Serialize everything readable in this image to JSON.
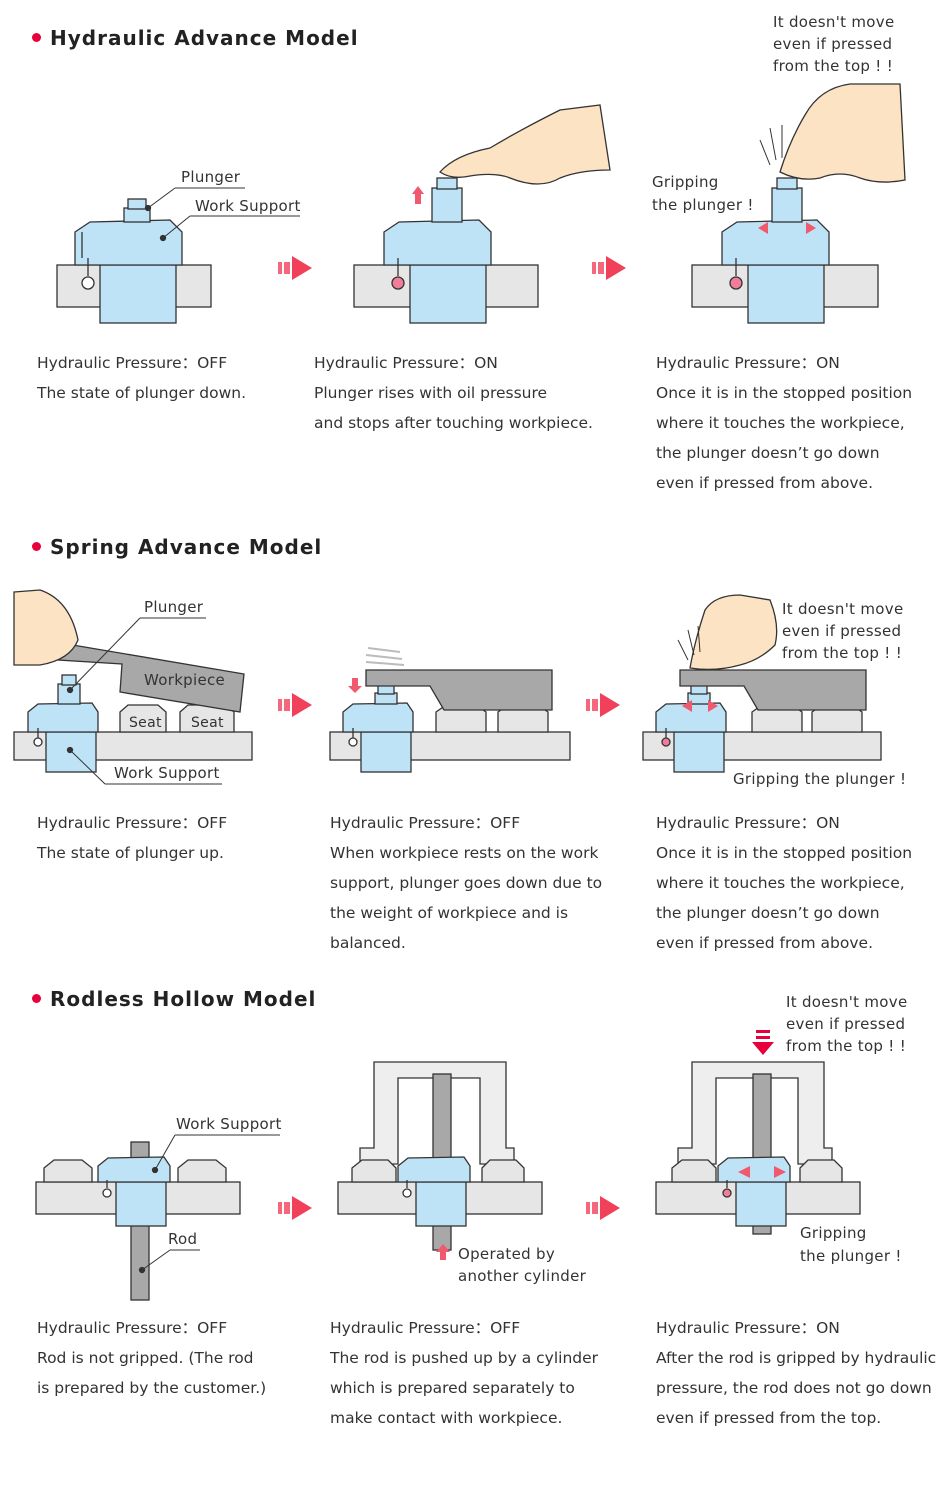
{
  "sections": [
    {
      "title": "Hydraulic Advance Model",
      "labels": {
        "plunger": "Plunger",
        "work_support": "Work Support",
        "no_move": [
          "It doesn't move",
          "even if pressed",
          "from the top ! !"
        ],
        "gripping": [
          "Gripping",
          "the plunger !"
        ]
      },
      "steps": [
        {
          "lines": [
            "Hydraulic Pressure：OFF",
            "The state of plunger down."
          ]
        },
        {
          "lines": [
            "Hydraulic Pressure：ON",
            "Plunger rises with oil pressure",
            "and stops after touching workpiece."
          ]
        },
        {
          "lines": [
            "Hydraulic Pressure：ON",
            "Once it is in the stopped position",
            "where it touches the workpiece,",
            "the plunger doesn’t go down",
            "even if pressed from above."
          ]
        }
      ]
    },
    {
      "title": "Spring Advance Model",
      "labels": {
        "plunger": "Plunger",
        "workpiece": "Workpiece",
        "seat": "Seat",
        "work_support": "Work Support",
        "no_move": [
          "It doesn't move",
          "even if pressed",
          "from the top ! !"
        ],
        "gripping": "Gripping the plunger !"
      },
      "steps": [
        {
          "lines": [
            "Hydraulic Pressure：OFF",
            "The state of plunger up."
          ]
        },
        {
          "lines": [
            "Hydraulic Pressure：OFF",
            "When workpiece rests on the work",
            "support, plunger goes down due to",
            "the weight of workpiece and is",
            "balanced."
          ]
        },
        {
          "lines": [
            "Hydraulic Pressure：ON",
            "Once it is in the stopped position",
            "where it touches the workpiece,",
            "the plunger doesn’t go down",
            "even if pressed from above."
          ]
        }
      ]
    },
    {
      "title": "Rodless Hollow Model",
      "labels": {
        "work_support": "Work Support",
        "rod": "Rod",
        "operated": [
          "Operated by",
          "another cylinder"
        ],
        "no_move": [
          "It doesn't move",
          "even if pressed",
          "from the top ! !"
        ],
        "gripping": [
          "Gripping",
          "the plunger !"
        ]
      },
      "steps": [
        {
          "lines": [
            "Hydraulic Pressure：OFF",
            "Rod is not gripped. (The rod",
            "is prepared by the customer.)"
          ]
        },
        {
          "lines": [
            "Hydraulic Pressure：OFF",
            "The rod is pushed up by a cylinder",
            "which is prepared separately to",
            "make contact with workpiece."
          ]
        },
        {
          "lines": [
            "Hydraulic Pressure：ON",
            "After the rod is gripped by hydraulic",
            "pressure, the rod does not go down",
            "even if pressed from the top."
          ]
        }
      ]
    }
  ],
  "colors": {
    "accent": "#e8003a",
    "part_blue": "#bfe3f6",
    "base_gray": "#e6e6e6",
    "workpiece_gray": "#a8a8a8",
    "hand": "#fbe3c3",
    "arrow": "#f5677a"
  }
}
